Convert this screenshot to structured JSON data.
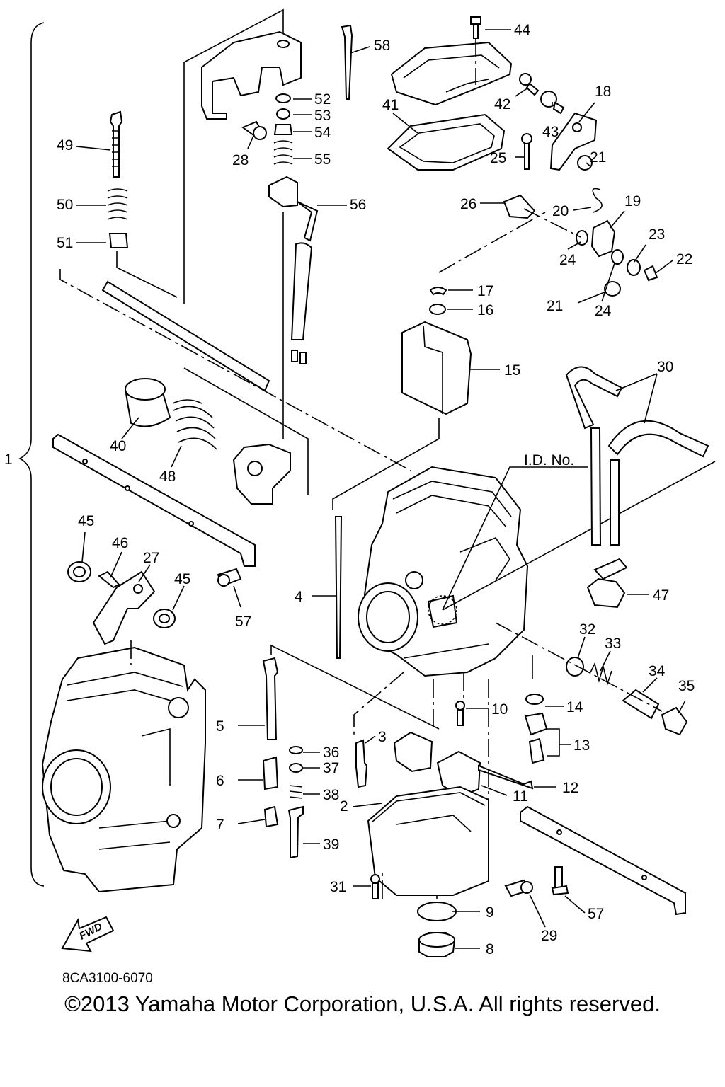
{
  "diagram": {
    "part_code": "8CA3100-6070",
    "id_label": "I.D. No.",
    "fwd_label": "FWD",
    "callouts": [
      "1",
      "2",
      "3",
      "4",
      "5",
      "6",
      "7",
      "8",
      "9",
      "10",
      "11",
      "12",
      "13",
      "14",
      "15",
      "16",
      "17",
      "18",
      "19",
      "20",
      "21",
      "21",
      "22",
      "23",
      "24",
      "24",
      "25",
      "26",
      "27",
      "28",
      "29",
      "30",
      "31",
      "32",
      "33",
      "34",
      "35",
      "36",
      "37",
      "38",
      "39",
      "40",
      "41",
      "42",
      "43",
      "44",
      "45",
      "45",
      "46",
      "47",
      "48",
      "49",
      "50",
      "51",
      "52",
      "53",
      "54",
      "55",
      "56",
      "57",
      "57",
      "58"
    ]
  },
  "footer": {
    "copyright": "©2013 Yamaha Motor Corporation, U.S.A. All rights reserved."
  }
}
